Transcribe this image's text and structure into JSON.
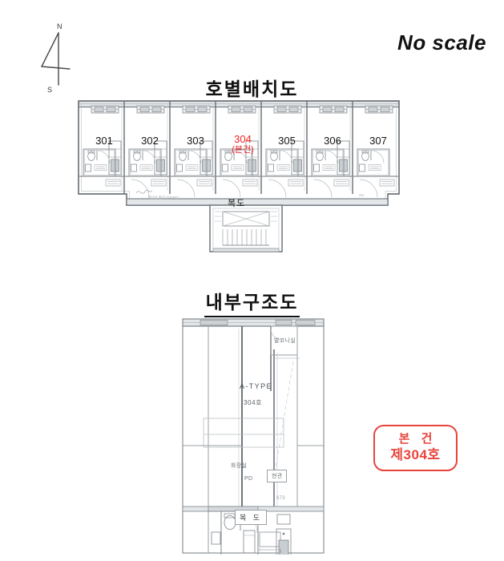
{
  "document": {
    "scale_note": "No scale",
    "compass": {
      "north_label": "N",
      "south_label": "S"
    }
  },
  "site_plan": {
    "title": "호별배치도",
    "corridor_label": "복도",
    "subject_unit": "304",
    "subject_tag": "(본건)",
    "units": [
      {
        "number": "301",
        "is_subject": false
      },
      {
        "number": "302",
        "is_subject": false
      },
      {
        "number": "303",
        "is_subject": false
      },
      {
        "number": "304",
        "is_subject": true
      },
      {
        "number": "305",
        "is_subject": false
      },
      {
        "number": "306",
        "is_subject": false
      },
      {
        "number": "307",
        "is_subject": false
      }
    ]
  },
  "interior_plan": {
    "title": "내부구조도",
    "type_label": "A-TYPE",
    "unit_label": "304호",
    "rooms": [
      {
        "name": "발코니실"
      },
      {
        "name": "화장실"
      },
      {
        "name": "PD"
      },
      {
        "name": "현관"
      },
      {
        "name": "복 도"
      }
    ],
    "dimension": "673"
  },
  "subject_badge": {
    "line1": "본 건",
    "line2": "제304호"
  },
  "colors": {
    "accent_red": "#e8443c",
    "subject_text_red": "#ef2222",
    "cad_line": "#9aa0a5",
    "cad_wall": "#6f767c",
    "ink": "#111111"
  }
}
